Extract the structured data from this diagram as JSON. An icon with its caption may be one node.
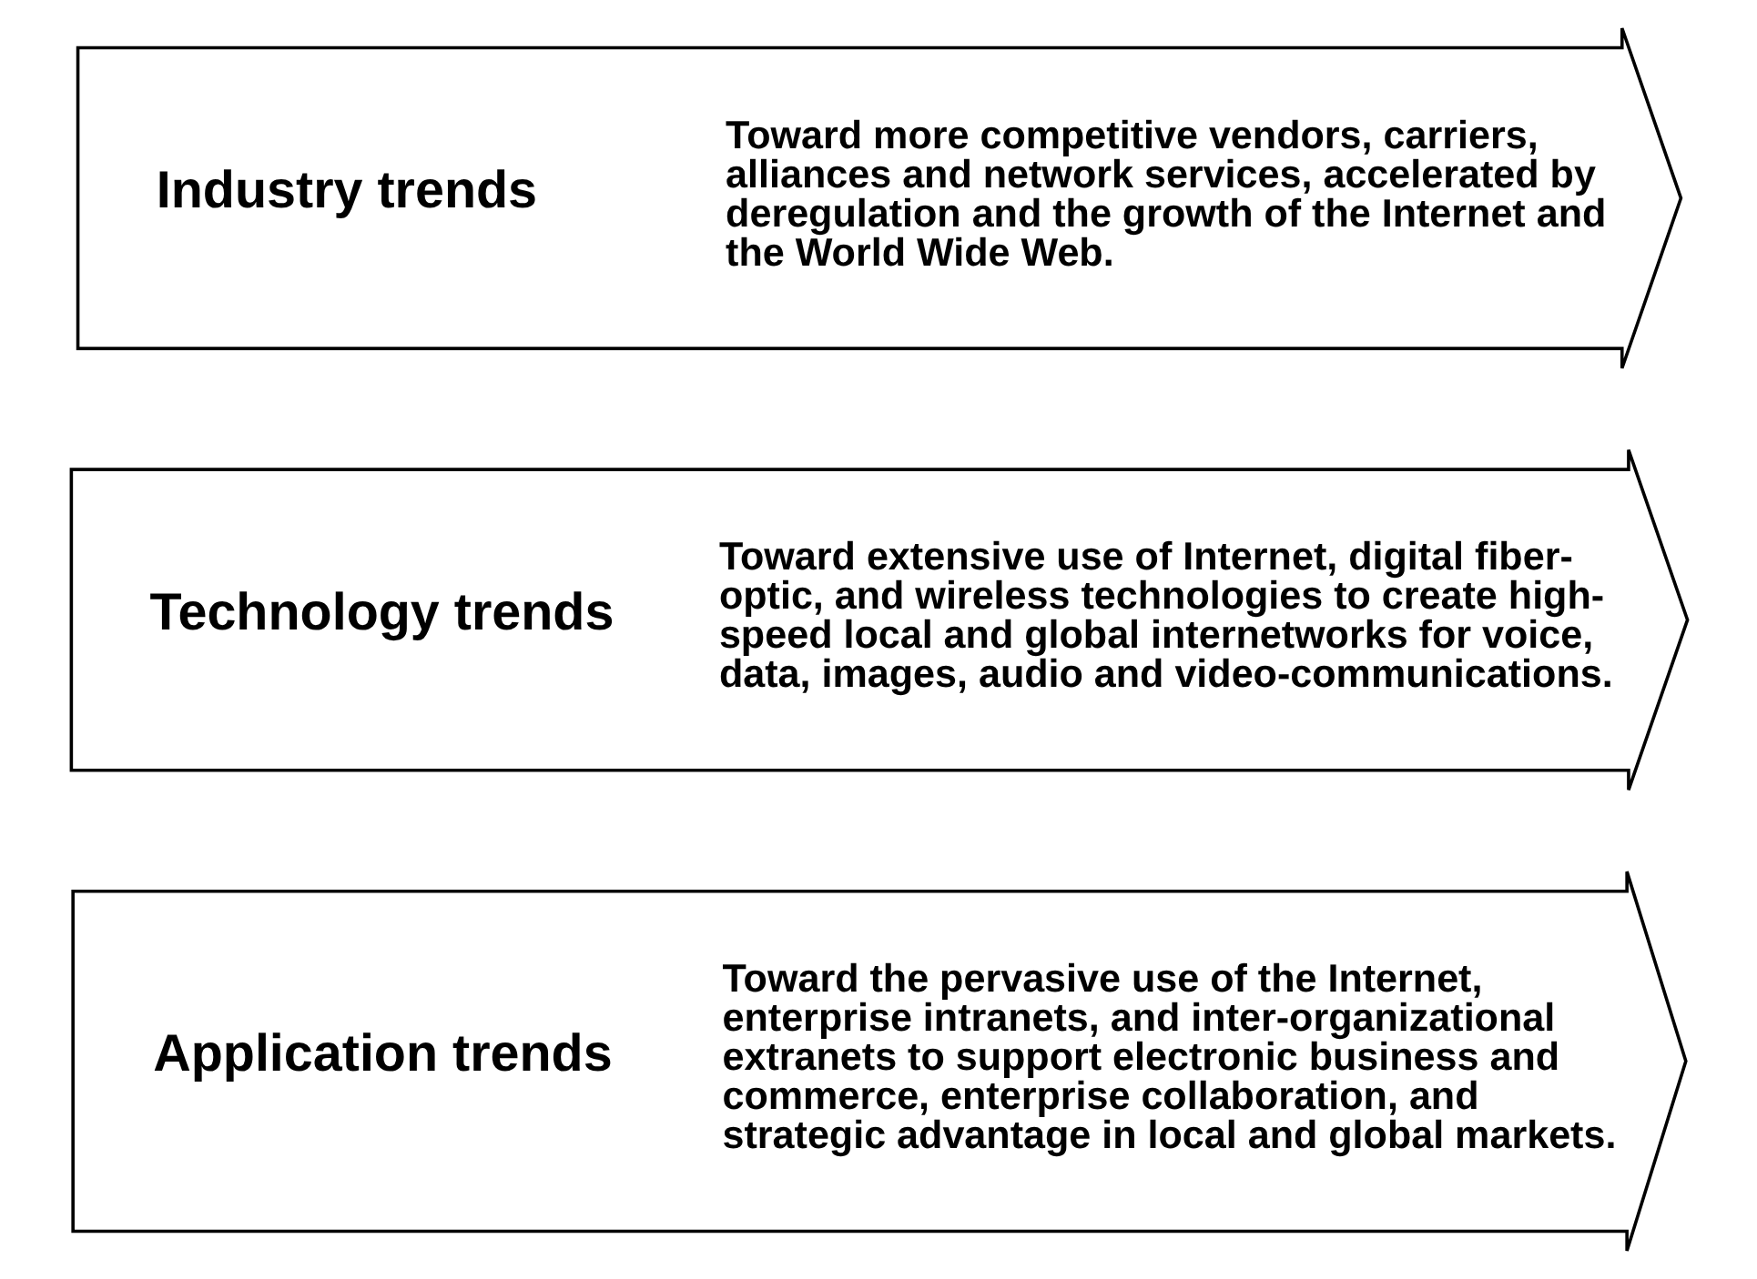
{
  "diagram": {
    "nodes": [
      {
        "text": [
          "Industry trends",
          "Toward more competitive vendors, carriers, alliances and network services, accelerated by deregulation and the growth of the Internet and the World Wide Web."
        ]
      },
      {
        "text": [
          "Technology trends",
          "Toward extensive use of Internet, digital fiber-optic, and wireless technologies to create high-speed local and global internetworks for voice, data, images, audio and video-communications."
        ]
      },
      {
        "text": [
          "Application trends",
          "Toward the pervasive use of the Internet, enterprise intranets, and inter-organizational extranets to support electronic business and commerce, enterprise collaboration, and strategic advantage in local and global markets."
        ]
      }
    ]
  }
}
